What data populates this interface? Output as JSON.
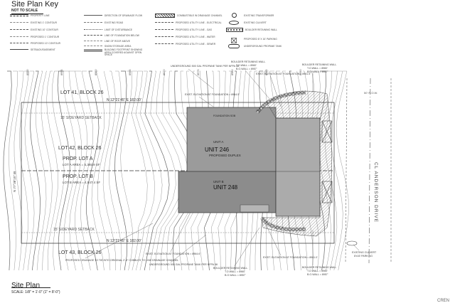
{
  "header": {
    "title": "Site Plan Key",
    "scale_note": "NOT TO SCALE"
  },
  "legend": {
    "items": [
      {
        "label": "PROPERTY LINE",
        "style": "property"
      },
      {
        "label": "EXISTING 1' CONTOUR",
        "style": "dashed-light"
      },
      {
        "label": "EXISTING 10' CONTOUR",
        "style": "dashed"
      },
      {
        "label": "PROPOSED 1' CONTOUR",
        "style": "dashed-light"
      },
      {
        "label": "PROPOSED 10' CONTOUR",
        "style": "dashed"
      },
      {
        "label": "SETBACK/EASEMENT",
        "style": "heavy"
      },
      {
        "label": "DIRECTION OF DRAINAGE FLOW",
        "style": "arrow"
      },
      {
        "label": "EXISTING ROAD",
        "style": "dashed-light"
      },
      {
        "label": "LIMIT OF DISTURBANCE",
        "style": "dashdot"
      },
      {
        "label": "LINE OF FOUNDATION BELOW",
        "style": "dashed"
      },
      {
        "label": "LINE OF ROOF ABOVE",
        "style": "dashed-light"
      },
      {
        "label": "SNOW STORAGE AREA",
        "style": "dashed-light"
      },
      {
        "label": "BUILDING FOOTPRINT SHOWING AREA COVERED AGAINST OPEN SPACE",
        "style": "hatch"
      },
      {
        "label": "COMBUSTIBLE IN DRAINAGE CHANNEL",
        "style": "hatch-dark"
      },
      {
        "label": "PROPOSED UTILITY LINE - ELECTRICAL",
        "style": "dashdot"
      },
      {
        "label": "PROPOSED UTILITY LINE - GAS",
        "style": "dashdot"
      },
      {
        "label": "PROPOSED UTILITY LINE - WATER",
        "style": "dashdot"
      },
      {
        "label": "PROPOSED UTILITY LINE - SEWER",
        "style": "dashdot"
      },
      {
        "label": "EXISTING TRANSFORMER",
        "style": "circle"
      },
      {
        "label": "EXISTING CULVERT",
        "style": "ellipse"
      },
      {
        "label": "BOULDER RETAINING WALL",
        "style": "boulders"
      },
      {
        "label": "PROPOSED 8' X 16' PARKING",
        "style": "box-x"
      },
      {
        "label": "UNDERGROUND PROPANE TANK",
        "style": "tank"
      }
    ]
  },
  "site": {
    "lot_top": "LOT 41, BLOCK 26",
    "lot_mid": "LOT 42, BLOCK 26",
    "lot_bottom": "LOT 43, BLOCK 26",
    "bearing_top": "N 12°21'45\" E   182.00'",
    "bearing_bottom": "N 12°21'45\" E   182.00'",
    "setback_top": "15' SIDEYARD SETBACK",
    "setback_bottom": "15' SIDEYARD SETBACK",
    "prop_lot_a": "PROP. LOT A",
    "lot_a_area": "LOT A AREA = 5,365.9 SF",
    "prop_lot_b": "PROP. LOT B",
    "lot_b_area": "LOT B AREA = 4,947.4 SF",
    "unit_246": "UNIT 246",
    "unit_248": "UNIT 248",
    "unit_a_label": "UNIT A",
    "unit_b_label": "UNIT B",
    "proposed_duplex": "PROPOSED DUPLEX",
    "foundation_note": "FOUNDATION SOB",
    "road_name": "CL ANDERSON DRIVE",
    "parking_label": "8'x16' PARKING",
    "culvert_label": "EXISTING CULVERT",
    "boulder_wall_1": "BOULDER RETAINING WALL",
    "boulder_wall_2": "BOULDER RETAINING WALL",
    "boulder_wall_3": "BOULDER RETAINING WALL",
    "boulder_wall_4": "BOULDER RETAINING WALL",
    "wall_top_note": "T.O.WALL = 8960'",
    "wall_bottom_note": "B.O.WALL = 8957'",
    "exist_elev_1": "EXIST. ELEVATION AT FOUNDATION = 8961.5'",
    "exist_elev_2": "EXIST. ELEVATION AT FOUNDATION = 8964.5'",
    "exist_elev_3": "EXIST. ELEVATION AT FOUNDATION = 8964.6'",
    "exist_elev_4": "EXIST. ELEVATION AT FOUNDATION = 8961.0'",
    "propane_top": "UNDERGROUND 500 GAL PROPANE TANK PER NFPA 58",
    "propane_bottom": "UNDERGROUND 500 GAL PROPANE TANK PER NFPA 58",
    "drainage_note": "PROPOSED DRAINAGE TO TIE INTO ORIGINAL 2'-4\" COBBLES TO LINE DRAINAGE CHANNEL",
    "side_dim": "N 77°38'15\" W",
    "road_dim": "50' R.O.W.",
    "contours": [
      "8950",
      "8955",
      "8960",
      "8965",
      "8970",
      "8975",
      "8980",
      "8985",
      "8990"
    ]
  },
  "footer": {
    "title": "Site Plan",
    "scale": "SCALE: 1/8\" = 1'-0\" (1\" = 8'-0\")"
  },
  "branding": {
    "logo": "CREN"
  }
}
